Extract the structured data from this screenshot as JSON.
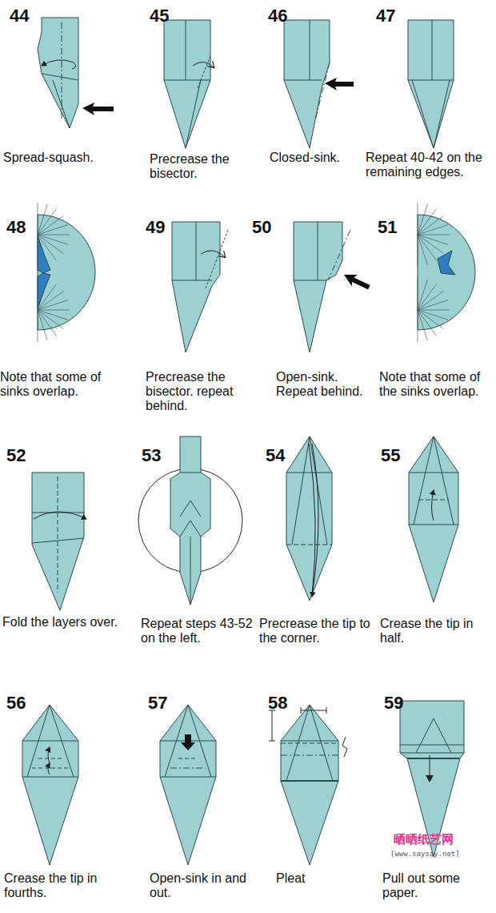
{
  "diagram": {
    "labels": [
      "44",
      "Spread-squash.",
      "45",
      "Precrease the bisector.",
      "46",
      "Closed-sink.",
      "47",
      "Repeat 40-42 on the remaining edges.",
      "48",
      "Note that some of sinks overlap.",
      "49",
      "Precrease the bisector. repeat behind.",
      "50",
      "Open-sink. Repeat behind.",
      "51",
      "Note that some of the sinks overlap.",
      "52",
      "Fold the layers over.",
      "53",
      "Repeat steps 43-52 on the left.",
      "54",
      "Precrease the tip to the corner.",
      "55",
      "Crease the tip in half.",
      "56",
      "Crease the tip in fourths.",
      "57",
      "Open-sink in and out.",
      "58",
      "Pleat",
      "59",
      "Pull out some paper.",
      "晒晒纸艺网",
      "[www.saysay.net]"
    ]
  }
}
